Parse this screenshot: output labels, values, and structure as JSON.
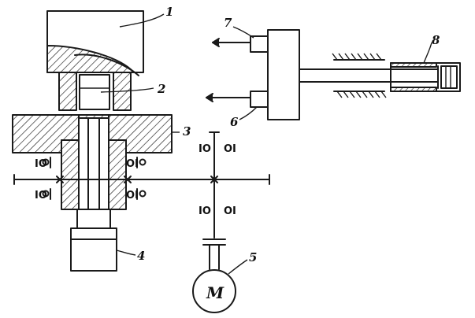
{
  "diagram": {
    "labels": {
      "l1": "1",
      "l2": "2",
      "l3": "3",
      "l4": "4",
      "l5": "5",
      "l6": "6",
      "l7": "7",
      "l8": "8"
    },
    "motor_letter": "M",
    "colors": {
      "ink": "#1a1a1a",
      "paper": "#ffffff"
    }
  }
}
